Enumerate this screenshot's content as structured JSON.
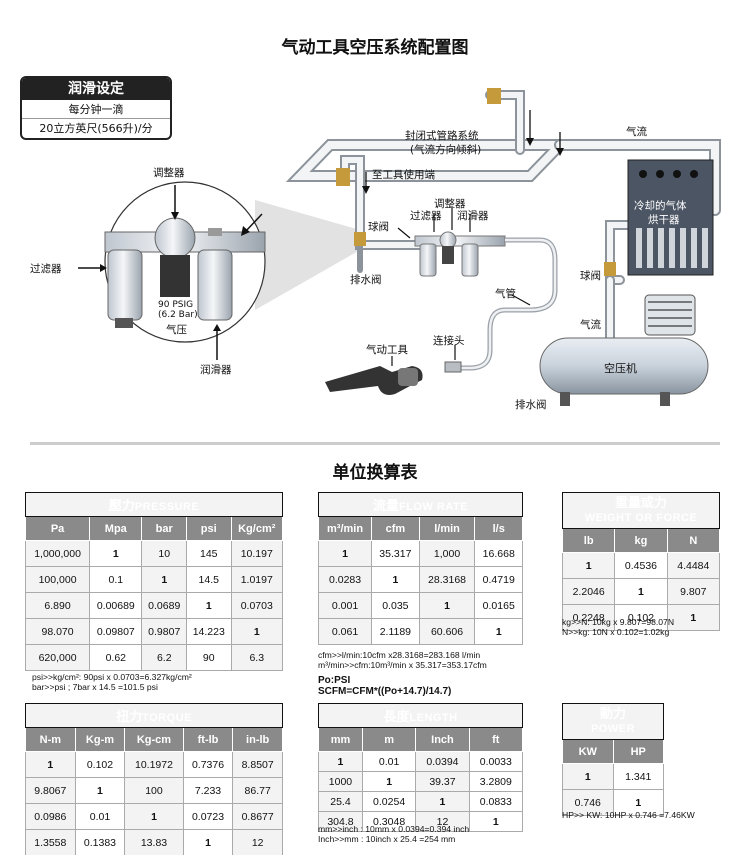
{
  "title": "气动工具空压系统配置图",
  "lube": {
    "head": "润滑设定",
    "line1": "每分钟一滴",
    "line2": "20立方英尺(566升)/分"
  },
  "labels": {
    "regulator": "调整器",
    "filter": "过滤器",
    "lubricator": "润滑器",
    "psig": "90 PSIG",
    "bar": "(6.2 Bar)",
    "pressure": "气压",
    "closed_pipe": "封闭式管路系统",
    "closed_pipe2": "(气流方向倾斜)",
    "to_tool": "至工具使用端",
    "ball_valve": "球阀",
    "drain": "排水阀",
    "frl_filter": "过滤器",
    "frl_reg": "调整器",
    "frl_lub": "润滑器",
    "hose": "气管",
    "tool": "气动工具",
    "coupler": "连接头",
    "airflow1": "气流",
    "airflow2": "气流",
    "dryer": "冷却的气体",
    "dryer2": "烘干器",
    "ball_valve2": "球阀",
    "compressor": "空压机",
    "drain2": "排水阀"
  },
  "conv_title": "单位换算表",
  "pressure": {
    "cn": "壓力",
    "en": "PRESSURE",
    "cols": [
      "Pa",
      "Mpa",
      "bar",
      "psi",
      "Kg/cm²"
    ],
    "rows": [
      [
        "1,000,000",
        "1",
        "10",
        "145",
        "10.197"
      ],
      [
        "100,000",
        "0.1",
        "1",
        "14.5",
        "1.0197"
      ],
      [
        "6.890",
        "0.00689",
        "0.0689",
        "1",
        "0.0703"
      ],
      [
        "98.070",
        "0.09807",
        "0.9807",
        "14.223",
        "1"
      ],
      [
        "620,000",
        "0.62",
        "6.2",
        "90",
        "6.3"
      ]
    ],
    "note1": "psi>>kg/cm²: 90psi x 0.0703=6.327kg/cm²",
    "note2": "bar>>psi    ; 7bar  x 14.5    =101.5 psi"
  },
  "flow": {
    "cn": "流量",
    "en": "FLOW RATE",
    "cols": [
      "m³/min",
      "cfm",
      "l/min",
      "l/s"
    ],
    "rows": [
      [
        "1",
        "35.317",
        "1,000",
        "16.668"
      ],
      [
        "0.0283",
        "1",
        "28.3168",
        "0.4719"
      ],
      [
        "0.001",
        "0.035",
        "1",
        "0.0165"
      ],
      [
        "0.061",
        "2.1189",
        "60.606",
        "1"
      ]
    ],
    "note1": "cfm>>l/min:10cfm x28.3168=283.168 l/min",
    "note2": "m³/min>>cfm:10m³/min x 35.317=353.17cfm",
    "f1": "Po:PSI",
    "f2": "SCFM=CFM*((Po+14.7)/14.7)"
  },
  "weight": {
    "cn": "重量或力",
    "en": "WEIGHT OR FORCE",
    "cols": [
      "lb",
      "kg",
      "N"
    ],
    "rows": [
      [
        "1",
        "0.4536",
        "4.4484"
      ],
      [
        "2.2046",
        "1",
        "9.807"
      ],
      [
        "0.2248",
        "0.102",
        "1"
      ]
    ],
    "note1": "kg>>N: 10kg x 9.807=98.07N",
    "note2": "N>>kg: 10N  x 0.102=1.02kg"
  },
  "torque": {
    "cn": "扭力",
    "en": "TORQUE",
    "cols": [
      "N-m",
      "Kg-m",
      "Kg-cm",
      "ft-lb",
      "in-lb"
    ],
    "rows": [
      [
        "1",
        "0.102",
        "10.1972",
        "0.7376",
        "8.8507"
      ],
      [
        "9.8067",
        "1",
        "100",
        "7.233",
        "86.77"
      ],
      [
        "0.0986",
        "0.01",
        "1",
        "0.0723",
        "0.8677"
      ],
      [
        "1.3558",
        "0.1383",
        "13.83",
        "1",
        "12"
      ]
    ]
  },
  "length": {
    "cn": "長度",
    "en": "LENGTH",
    "cols": [
      "mm",
      "m",
      "Inch",
      "ft"
    ],
    "rows": [
      [
        "1",
        "0.01",
        "0.0394",
        "0.0033"
      ],
      [
        "1000",
        "1",
        "39.37",
        "3.2809"
      ],
      [
        "25.4",
        "0.0254",
        "1",
        "0.0833"
      ],
      [
        "304.8",
        "0.3048",
        "12",
        "1"
      ]
    ],
    "note1": "mm>>inch : 10mm x 0.0394=0.394 inch",
    "note2": "Inch>>mm : 10inch x 25.4    =254 mm"
  },
  "power": {
    "cn": "動力",
    "en": "POWER",
    "cols": [
      "KW",
      "HP"
    ],
    "rows": [
      [
        "1",
        "1.341"
      ],
      [
        "0.746",
        "1"
      ]
    ],
    "note1": "HP>> KW: 10HP x 0.746 =7.46KW"
  }
}
